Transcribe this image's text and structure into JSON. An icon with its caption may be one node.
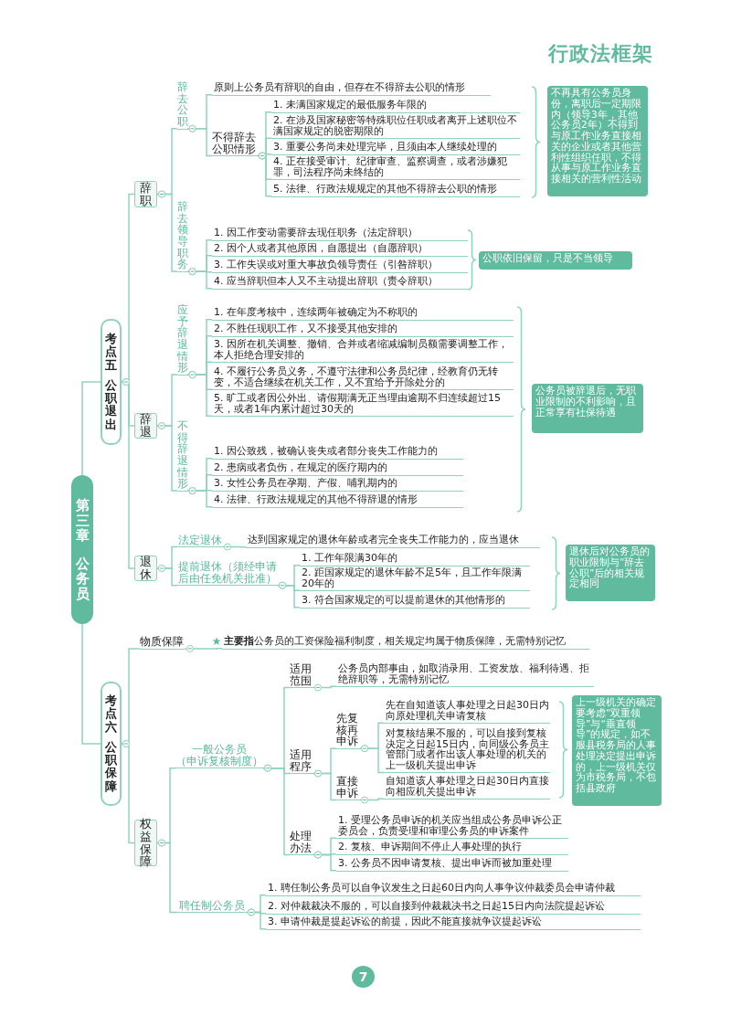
{
  "diagram": {
    "title": "行政法框架",
    "nodes": [
      {
        "text": [
          "第三章",
          "公务员"
        ]
      },
      {
        "text": [
          "考点五",
          "公职退出"
        ]
      },
      {
        "text": [
          "辞职"
        ]
      },
      {
        "text": [
          "辞去公职"
        ]
      },
      {
        "text": [
          "原则上公务员有辞职的自由，但存在不得辞去公职的情形"
        ]
      },
      {
        "text": [
          "不得辞去公职情形"
        ]
      },
      {
        "text": [
          "1. 未满国家规定的最低服务年限的"
        ]
      },
      {
        "text": [
          "2. 在涉及国家秘密等特殊职位任职或者离开上述职位不满国家规定的脱密期限的"
        ]
      },
      {
        "text": [
          "3. 重要公务尚未处理完毕，且须由本人继续处理的"
        ]
      },
      {
        "text": [
          "4. 正在接受审计、纪律审查、监察调查，或者涉嫌犯罪，司法程序尚未终结的"
        ]
      },
      {
        "text": [
          "5. 法律、行政法规规定的其他不得辞去公职的情形"
        ]
      },
      {
        "text": [
          "不再具有公务员身份，离职后一定期限内（领导3年，其他公务员2年）不得到与原工作业务直接相关的企业或者其他营利性组织任职，不得从事与原工作业务直接相关的营利性活动"
        ]
      },
      {
        "text": [
          "辞去领导职务"
        ]
      },
      {
        "text": [
          "1. 因工作变动需要辞去现任职务（法定辞职）"
        ]
      },
      {
        "text": [
          "2. 因个人或者其他原因，自愿提出（自愿辞职）"
        ]
      },
      {
        "text": [
          "3. 工作失误或对重大事故负领导责任（引咎辞职）"
        ]
      },
      {
        "text": [
          "4. 应当辞职但本人又不主动提出辞职（责令辞职）"
        ]
      },
      {
        "text": [
          "公职依旧保留，只是不当领导"
        ]
      },
      {
        "text": [
          "辞退"
        ]
      },
      {
        "text": [
          "应予辞退情形"
        ]
      },
      {
        "text": [
          "1. 在年度考核中，连续两年被确定为不称职的"
        ]
      },
      {
        "text": [
          "2. 不胜任现职工作，又不接受其他安排的"
        ]
      },
      {
        "text": [
          "3. 因所在机关调整、撤销、合并或者缩减编制员额需要调整工作，本人拒绝合理安排的"
        ]
      },
      {
        "text": [
          "4. 不履行公务员义务，不遵守法律和公务员纪律，经教育仍无转变，不适合继续在机关工作，又不宜给予开除处分的"
        ]
      },
      {
        "text": [
          "5. 旷工或者因公外出、请假期满无正当理由逾期不归连续超过15天，或者1年内累计超过30天的"
        ]
      },
      {
        "text": [
          "不得辞退情形"
        ]
      },
      {
        "text": [
          "1. 因公致残，被确认丧失或者部分丧失工作能力的"
        ]
      },
      {
        "text": [
          "2. 患病或者负伤，在规定的医疗期内的"
        ]
      },
      {
        "text": [
          "3. 女性公务员在孕期、产假、哺乳期内的"
        ]
      },
      {
        "text": [
          "4. 法律、行政法规规定的其他不得辞退的情形"
        ]
      },
      {
        "text": [
          "公务员被辞退后，无职业限制的不利影响，且正常享有社保待遇"
        ]
      },
      {
        "text": [
          "退休"
        ]
      },
      {
        "text": [
          "法定退休"
        ]
      },
      {
        "text": [
          "达到国家规定的退休年龄或者完全丧失工作能力的，应当退休"
        ]
      },
      {
        "text": [
          "提前退休（须经申请后由任免机关批准）"
        ]
      },
      {
        "text": [
          "1. 工作年限满30年的"
        ]
      },
      {
        "text": [
          "2. 距国家规定的退休年龄不足5年，且工作年限满20年的"
        ]
      },
      {
        "text": [
          "3. 符合国家规定的可以提前退休的其他情形的"
        ]
      },
      {
        "text": [
          "退休后对公务员的职业限制与“辞去公职”后的相关规定相同"
        ]
      },
      {
        "text": [
          "考点六",
          "公职保障"
        ]
      },
      {
        "text": [
          "物质保障"
        ]
      },
      {
        "text": [
          "**主要指**公务员的工资保险福利制度，相关规定均属于物质保障，无需特别记忆"
        ]
      },
      {
        "text": [
          "权益保障"
        ]
      },
      {
        "text": [
          "一般公务员",
          "（申诉复核制度）"
        ]
      },
      {
        "text": [
          "适用范围"
        ]
      },
      {
        "text": [
          "公务员内部事由，如取消录用、工资发放、福利待遇、拒绝辞职等，无需特别记忆"
        ]
      },
      {
        "text": [
          "适用程序"
        ]
      },
      {
        "text": [
          "先复核再申诉"
        ]
      },
      {
        "text": [
          "先在自知道该人事处理之日起30日内向原处理机关申请复核"
        ]
      },
      {
        "text": [
          "对复核结果不服的，可以自接到复核决定之日起15日内，向同级公务员主管部门或者作出该人事处理的机关的上一级机关提出申诉"
        ]
      },
      {
        "text": [
          "直接申诉"
        ]
      },
      {
        "text": [
          "自知道该人事处理之日起30日内直接向相应机关提出申诉"
        ]
      },
      {
        "text": [
          "上一级机关的确定要考虑“双重领导”与“垂直领导”的规定，如不服县税务局的人事处理决定提出申诉的，上一级机关仅为市税务局，不包括县政府"
        ]
      },
      {
        "text": [
          "处理办法"
        ]
      },
      {
        "text": [
          "1. 受理公务员申诉的机关应当组成公务员申诉公正委员会，负责受理和审理公务员的申诉案件"
        ]
      },
      {
        "text": [
          "2. 复核、申诉期间不停止人事处理的执行"
        ]
      },
      {
        "text": [
          "3. 公务员不因申请复核、提出申诉而被加重处理"
        ]
      },
      {
        "text": [
          "聘任制公务员"
        ]
      },
      {
        "text": [
          "1. 聘任制公务员可以自争议发生之日起60日内向人事争议仲裁委员会申请仲裁"
        ]
      },
      {
        "text": [
          "2. 对仲裁裁决不服的，可以自接到仲裁裁决书之日起15日内向法院提起诉讼"
        ]
      },
      {
        "text": [
          "3. 申请仲裁是提起诉讼的前提，因此不能直接就争议提起诉讼"
        ]
      }
    ],
    "edges": [
      {
        "from": 0,
        "to": 1,
        "arrow": "none"
      },
      {
        "from": 0,
        "to": 39,
        "arrow": "none"
      },
      {
        "from": 1,
        "to": 2,
        "arrow": "other"
      },
      {
        "from": 1,
        "to": 18,
        "arrow": "other"
      },
      {
        "from": 1,
        "to": 31,
        "arrow": "other"
      },
      {
        "from": 2,
        "to": 3,
        "arrow": "other"
      },
      {
        "from": 2,
        "to": 12,
        "arrow": "other"
      },
      {
        "from": 3,
        "to": 4,
        "arrow": "other"
      },
      {
        "from": 3,
        "to": 5,
        "arrow": "other"
      },
      {
        "from": 5,
        "to": 6,
        "arrow": "other"
      },
      {
        "from": 5,
        "to": 7,
        "arrow": "other"
      },
      {
        "from": 5,
        "to": 8,
        "arrow": "other"
      },
      {
        "from": 5,
        "to": 9,
        "arrow": "other"
      },
      {
        "from": 5,
        "to": 10,
        "arrow": "other"
      },
      {
        "from": 12,
        "to": 13,
        "arrow": "other"
      },
      {
        "from": 12,
        "to": 14,
        "arrow": "other"
      },
      {
        "from": 12,
        "to": 15,
        "arrow": "other"
      },
      {
        "from": 12,
        "to": 16,
        "arrow": "other"
      },
      {
        "from": 18,
        "to": 19,
        "arrow": "other"
      },
      {
        "from": 18,
        "to": 25,
        "arrow": "other"
      },
      {
        "from": 19,
        "to": 20,
        "arrow": "other"
      },
      {
        "from": 19,
        "to": 21,
        "arrow": "other"
      },
      {
        "from": 19,
        "to": 22,
        "arrow": "other"
      },
      {
        "from": 19,
        "to": 23,
        "arrow": "other"
      },
      {
        "from": 19,
        "to": 24,
        "arrow": "other"
      },
      {
        "from": 25,
        "to": 26,
        "arrow": "other"
      },
      {
        "from": 25,
        "to": 27,
        "arrow": "other"
      },
      {
        "from": 25,
        "to": 28,
        "arrow": "other"
      },
      {
        "from": 25,
        "to": 29,
        "arrow": "other"
      },
      {
        "from": 31,
        "to": 32,
        "arrow": "other"
      },
      {
        "from": 31,
        "to": 34,
        "arrow": "other"
      },
      {
        "from": 32,
        "to": 33,
        "arrow": "other"
      },
      {
        "from": 34,
        "to": 35,
        "arrow": "other"
      },
      {
        "from": 34,
        "to": 36,
        "arrow": "other"
      },
      {
        "from": 34,
        "to": 37,
        "arrow": "other"
      },
      {
        "from": 39,
        "to": 40,
        "arrow": "other"
      },
      {
        "from": 39,
        "to": 42,
        "arrow": "other"
      },
      {
        "from": 40,
        "to": 41,
        "arrow": "other"
      },
      {
        "from": 42,
        "to": 43,
        "arrow": "other"
      },
      {
        "from": 42,
        "to": 57,
        "arrow": "other"
      },
      {
        "from": 43,
        "to": 44,
        "arrow": "other"
      },
      {
        "from": 43,
        "to": 46,
        "arrow": "other"
      },
      {
        "from": 43,
        "to": 53,
        "arrow": "other"
      },
      {
        "from": 44,
        "to": 45,
        "arrow": "other"
      },
      {
        "from": 46,
        "to": 47,
        "arrow": "other"
      },
      {
        "from": 46,
        "to": 50,
        "arrow": "other"
      },
      {
        "from": 47,
        "to": 48,
        "arrow": "other"
      },
      {
        "from": 47,
        "to": 49,
        "arrow": "other"
      },
      {
        "from": 50,
        "to": 51,
        "arrow": "other"
      },
      {
        "from": 53,
        "to": 54,
        "arrow": "other"
      },
      {
        "from": 53,
        "to": 55,
        "arrow": "other"
      },
      {
        "from": 53,
        "to": 56,
        "arrow": "other"
      },
      {
        "from": 57,
        "to": 58,
        "arrow": "other"
      },
      {
        "from": 57,
        "to": 59,
        "arrow": "other"
      },
      {
        "from": 57,
        "to": 60,
        "arrow": "other"
      }
    ],
    "labels": [
      "7"
    ]
  }
}
